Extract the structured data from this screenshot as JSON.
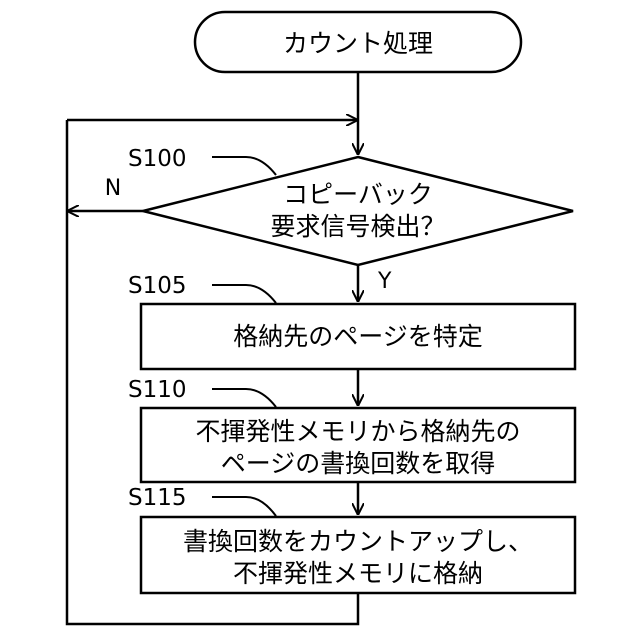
{
  "start": {
    "label": "カウント処理"
  },
  "steps": [
    {
      "id": "S100",
      "lines": [
        "コピーバック",
        "要求信号検出？"
      ]
    },
    {
      "id": "S105",
      "lines": [
        "格納先のページを特定"
      ]
    },
    {
      "id": "S110",
      "lines": [
        "不揮発性メモリから格納先の",
        "ページの書換回数を取得"
      ]
    },
    {
      "id": "S115",
      "lines": [
        "書換回数をカウントアップし、",
        "不揮発性メモリに格納"
      ]
    }
  ],
  "branches": {
    "no": "N",
    "yes": "Y"
  },
  "colors": {
    "stroke": "#000000",
    "background": "#ffffff"
  }
}
